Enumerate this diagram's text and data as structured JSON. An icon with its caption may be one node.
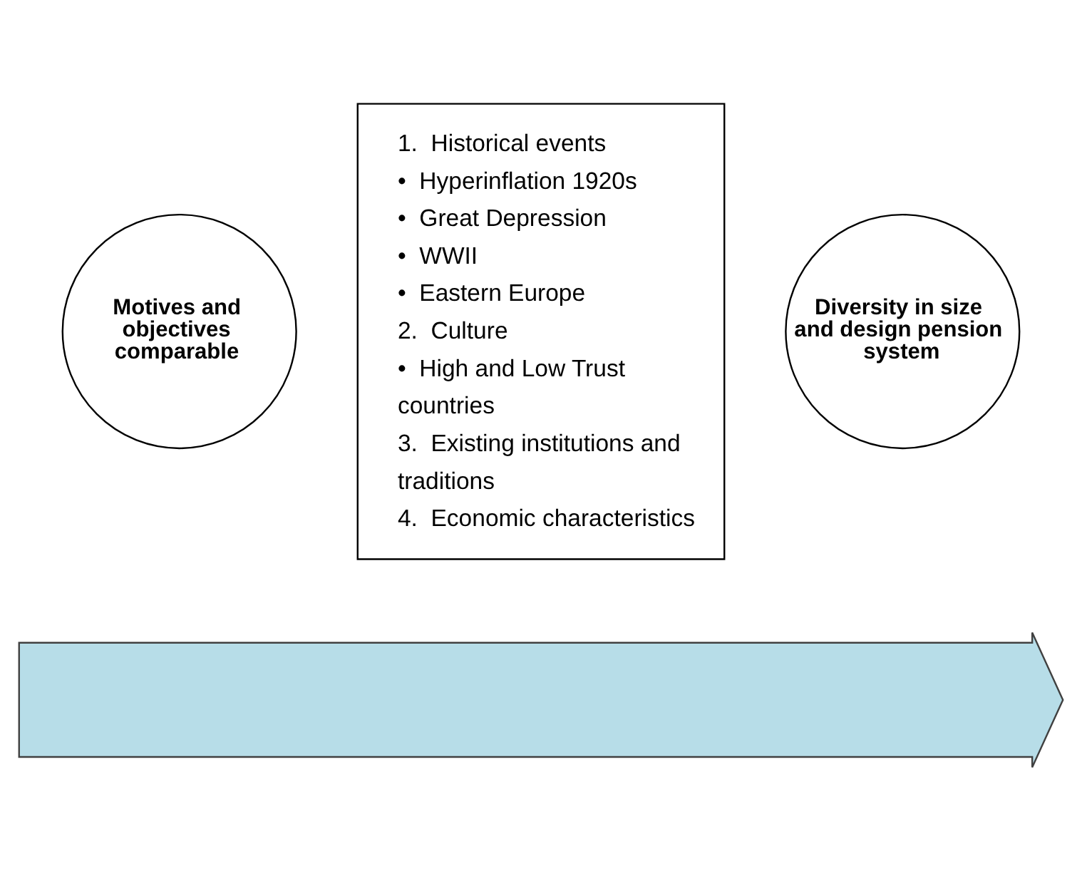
{
  "diagram": {
    "nodes": [
      {
        "text": [
          "Motives and objectives comparable"
        ]
      },
      {
        "text": [
          "1.  Historical events",
          "•  Hyperinflation 1920s",
          "•  Great Depression",
          "•  WWII",
          "•  Eastern Europe",
          "2.  Culture",
          "•  High and Low Trust countries",
          "3.  Existing institutions and traditions",
          "4.  Economic characteristics"
        ]
      },
      {
        "text": [
          "Diversity in size and design pension system"
        ]
      },
      {
        "text": [],
        "shape": "arrow"
      }
    ],
    "edges": []
  }
}
